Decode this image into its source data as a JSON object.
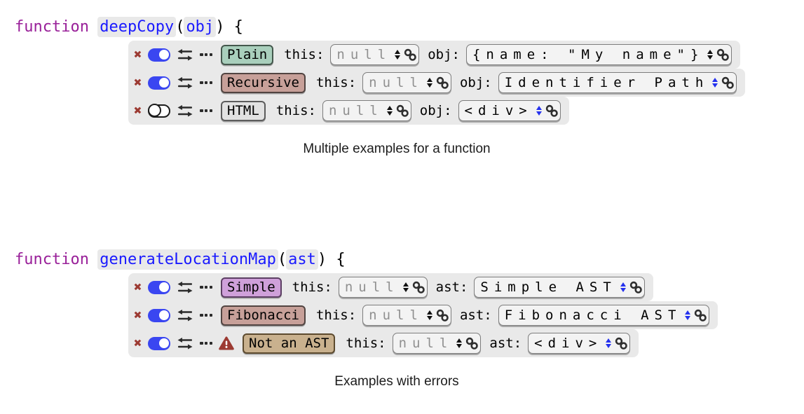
{
  "colors": {
    "keyword_purple": "#992099",
    "identifier_blue": "#1a1aff",
    "row_background": "#e9e9e9",
    "value_box_background": "#f3f3f3",
    "value_box_border": "#7d7d7d",
    "muted_value_text": "#909090",
    "delete_x_red": "#9c3a32",
    "warning_red": "#9c3a32",
    "toggle_on_blue": "#3a46f1",
    "stepper_blue": "#2531ee",
    "badge_green": "#a9cfbc",
    "badge_rose": "#c7a099",
    "badge_gray": "#e2e2e2",
    "badge_plum": "#cfa0da",
    "badge_tan": "#c9b18e"
  },
  "icons": {
    "delete": "✖",
    "swap": "swap-arrows",
    "more": "ellipsis",
    "stepper": "up-down-stepper",
    "link": "chain-link",
    "warning": "warning-triangle"
  },
  "blocks": [
    {
      "signature": {
        "keyword": "function",
        "name": "deepCopy",
        "punct_open": "(",
        "param": "obj",
        "punct_close": ") {"
      },
      "rows": [
        {
          "toggle": "on",
          "badge": {
            "label": "Plain",
            "style": "green"
          },
          "fields": [
            {
              "label": "this:",
              "value": "null",
              "value_class": "muted",
              "stepper": "dark"
            },
            {
              "label": "obj:",
              "value": "{name: \"My name\"}",
              "value_class": "",
              "stepper": "dark"
            }
          ]
        },
        {
          "toggle": "on",
          "badge": {
            "label": "Recursive",
            "style": "rose"
          },
          "fields": [
            {
              "label": "this:",
              "value": "null",
              "value_class": "muted",
              "stepper": "dark"
            },
            {
              "label": "obj:",
              "value": "Identifier Path",
              "value_class": "",
              "stepper": "blue"
            }
          ]
        },
        {
          "toggle": "off",
          "badge": {
            "label": "HTML",
            "style": "gray"
          },
          "fields": [
            {
              "label": "this:",
              "value": "null",
              "value_class": "muted",
              "stepper": "dark"
            },
            {
              "label": "obj:",
              "value": "<div>",
              "value_class": "",
              "stepper": "blue"
            }
          ]
        }
      ],
      "caption": "Multiple examples for a function"
    },
    {
      "signature": {
        "keyword": "function",
        "name": "generateLocationMap",
        "punct_open": "(",
        "param": "ast",
        "punct_close": ") {"
      },
      "rows": [
        {
          "toggle": "on",
          "badge": {
            "label": "Simple",
            "style": "plum"
          },
          "fields": [
            {
              "label": "this:",
              "value": "null",
              "value_class": "muted",
              "stepper": "dark"
            },
            {
              "label": "ast:",
              "value": "Simple AST",
              "value_class": "",
              "stepper": "blue"
            }
          ]
        },
        {
          "toggle": "on",
          "badge": {
            "label": "Fibonacci",
            "style": "rose"
          },
          "fields": [
            {
              "label": "this:",
              "value": "null",
              "value_class": "muted",
              "stepper": "dark"
            },
            {
              "label": "ast:",
              "value": "Fibonacci AST",
              "value_class": "",
              "stepper": "blue"
            }
          ]
        },
        {
          "toggle": "on",
          "warning": true,
          "badge": {
            "label": "Not an AST",
            "style": "tan"
          },
          "fields": [
            {
              "label": "this:",
              "value": "null",
              "value_class": "muted",
              "stepper": "dark"
            },
            {
              "label": "ast:",
              "value": "<div>",
              "value_class": "",
              "stepper": "blue"
            }
          ]
        }
      ],
      "caption": "Examples with errors"
    }
  ]
}
